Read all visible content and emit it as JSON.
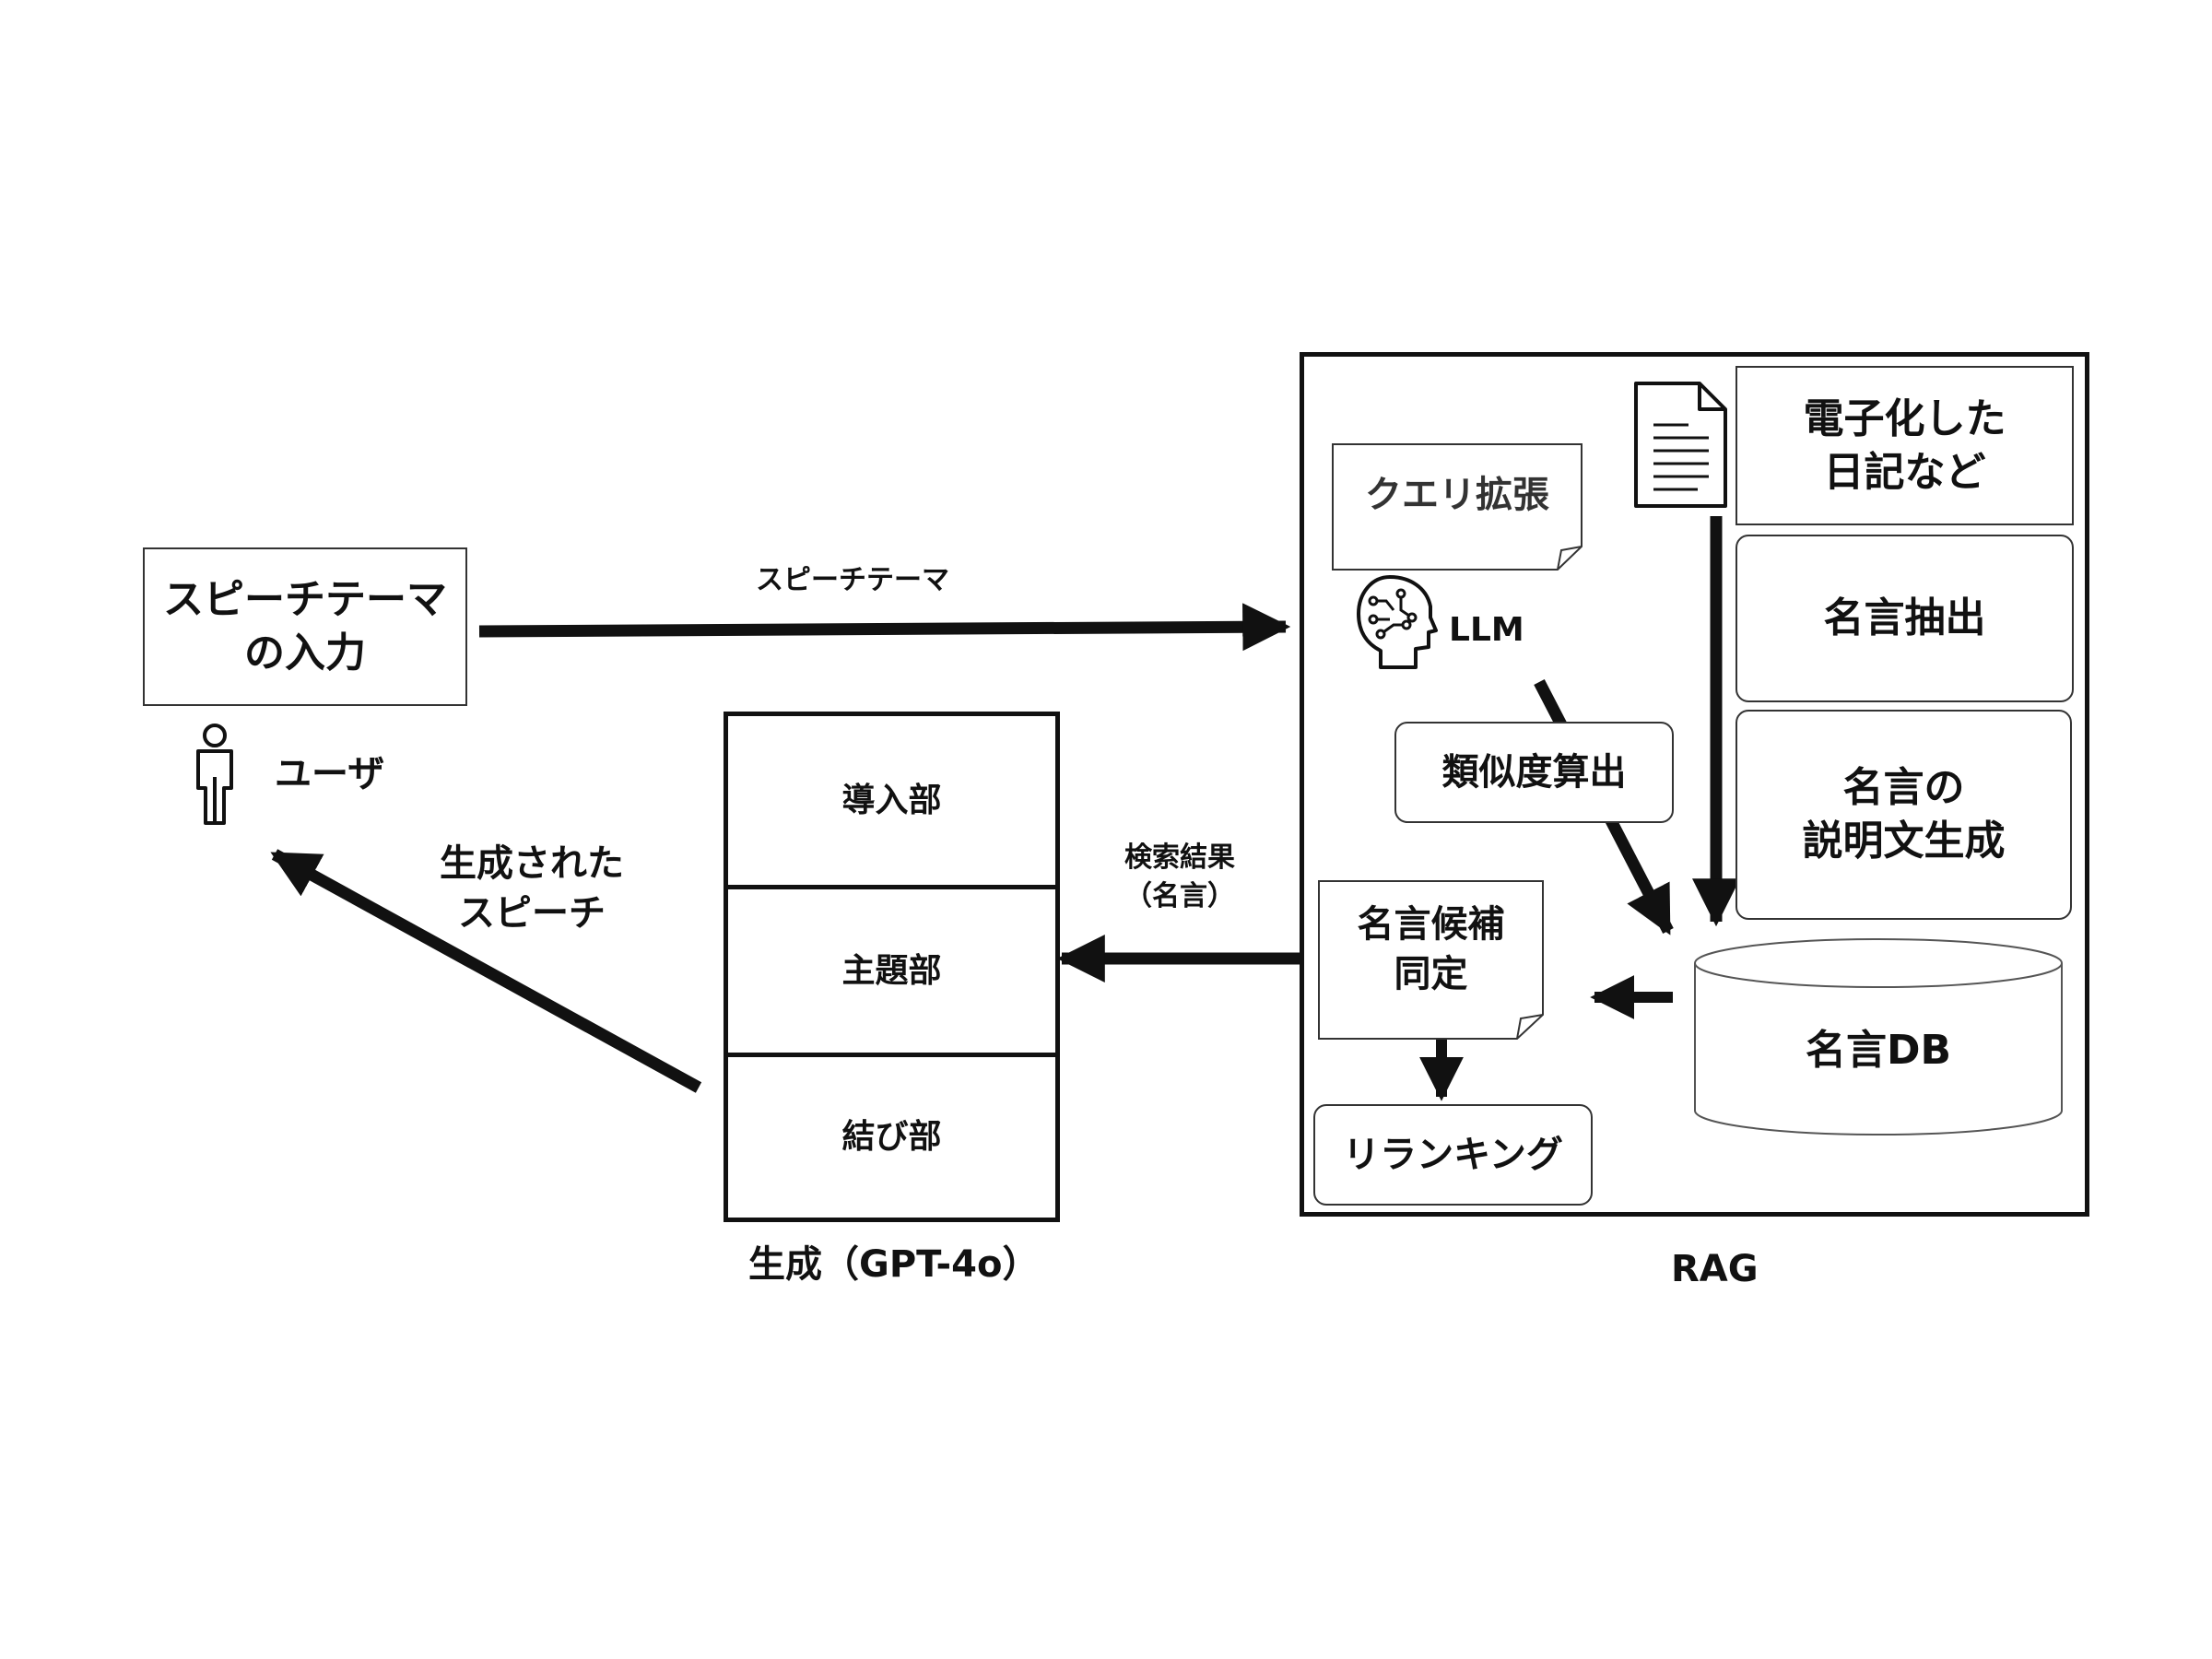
{
  "user": {
    "input_box_lines": [
      "スピーチテーマ",
      "の入力"
    ],
    "label": "ユーザ"
  },
  "arrow_labels": {
    "speech_theme": "スピーチテーマ",
    "search_results": [
      "検索結果",
      "（名言）"
    ],
    "generated_speech": [
      "生成された",
      "スピーチ"
    ]
  },
  "generation": {
    "sections": [
      "導入部",
      "主題部",
      "結び部"
    ],
    "caption": "生成（GPT-4o）"
  },
  "rag": {
    "caption": "RAG",
    "query_expansion": "クエリ拡張",
    "llm_label": "LLM",
    "similarity": "類似度算出",
    "candidate": [
      "名言候補",
      "同定"
    ],
    "reranking": "リランキング",
    "diary": [
      "電子化した",
      "日記など"
    ],
    "extract": "名言抽出",
    "explain": [
      "名言の",
      "説明文生成"
    ],
    "db": "名言DB"
  },
  "icons": [
    "person-icon",
    "document-icon",
    "brain-circuit-icon"
  ]
}
